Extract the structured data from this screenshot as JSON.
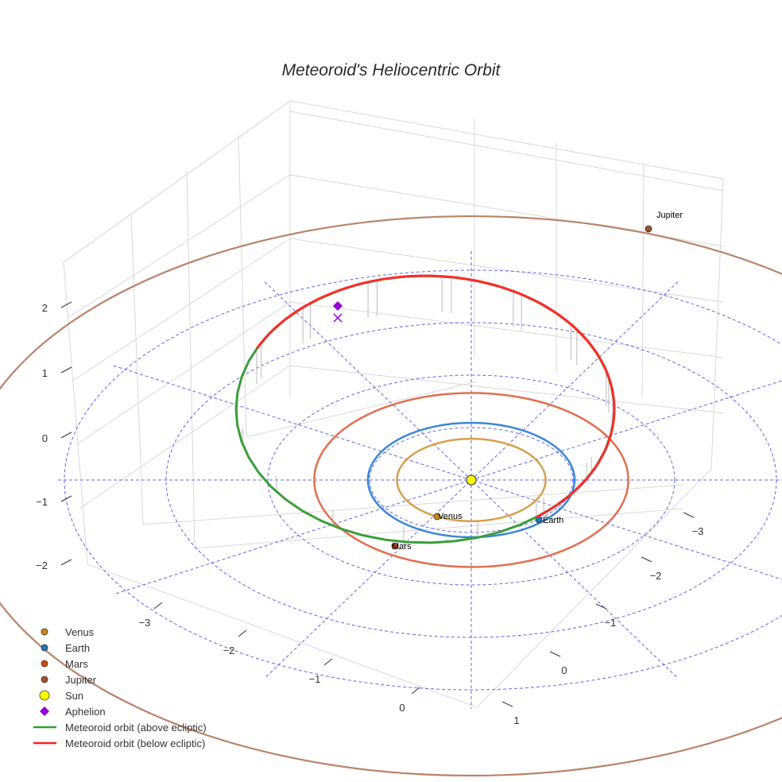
{
  "chart_data": {
    "type": "scatter3d",
    "title": "Meteoroid's Heliocentric Orbit",
    "z_ticks": [
      "2",
      "1",
      "0",
      "−1",
      "−2"
    ],
    "x_ticks": [
      "−3",
      "−2",
      "−1",
      "0"
    ],
    "y_ticks": [
      "−3",
      "−2",
      "−1",
      "0",
      "1"
    ],
    "planets": [
      {
        "name": "Venus",
        "orbit_au": 0.72,
        "color": "#c8861a",
        "orbit_color": "#d4a04a",
        "angle_deg": -118,
        "label": "Venus"
      },
      {
        "name": "Earth",
        "orbit_au": 1.0,
        "color": "#1f77b4",
        "orbit_color": "#3a86d6",
        "angle_deg": -62,
        "label": "Earth"
      },
      {
        "name": "Mars",
        "orbit_au": 1.52,
        "color": "#cc4a14",
        "orbit_color": "#e07050",
        "angle_deg": -118,
        "label": "Mars"
      },
      {
        "name": "Jupiter",
        "orbit_au": 5.2,
        "color": "#a0522d",
        "orbit_color": "#b8836a",
        "angle_deg": 58,
        "label": "Jupiter"
      }
    ],
    "sun": {
      "name": "Sun",
      "color": "#ffff00"
    },
    "aphelion": {
      "name": "Aphelion",
      "color": "#9400d3"
    },
    "polar_grid_radii_au": [
      1,
      2,
      3,
      4
    ],
    "legend": [
      {
        "name": "Venus",
        "symbol": "circle",
        "color": "#c8861a"
      },
      {
        "name": "Earth",
        "symbol": "circle",
        "color": "#1f77b4"
      },
      {
        "name": "Mars",
        "symbol": "circle",
        "color": "#cc4a14"
      },
      {
        "name": "Jupiter",
        "symbol": "circle",
        "color": "#a0522d"
      },
      {
        "name": "Sun",
        "symbol": "bigcircle",
        "color": "#ffff00"
      },
      {
        "name": "Aphelion",
        "symbol": "diamond",
        "color": "#9400d3"
      },
      {
        "name": "Meteoroid orbit (above ecliptic)",
        "symbol": "line",
        "color": "#2ca02c"
      },
      {
        "name": "Meteoroid orbit (below ecliptic)",
        "symbol": "line",
        "color": "#ff2020"
      }
    ],
    "legend_position": "bottom-left"
  }
}
